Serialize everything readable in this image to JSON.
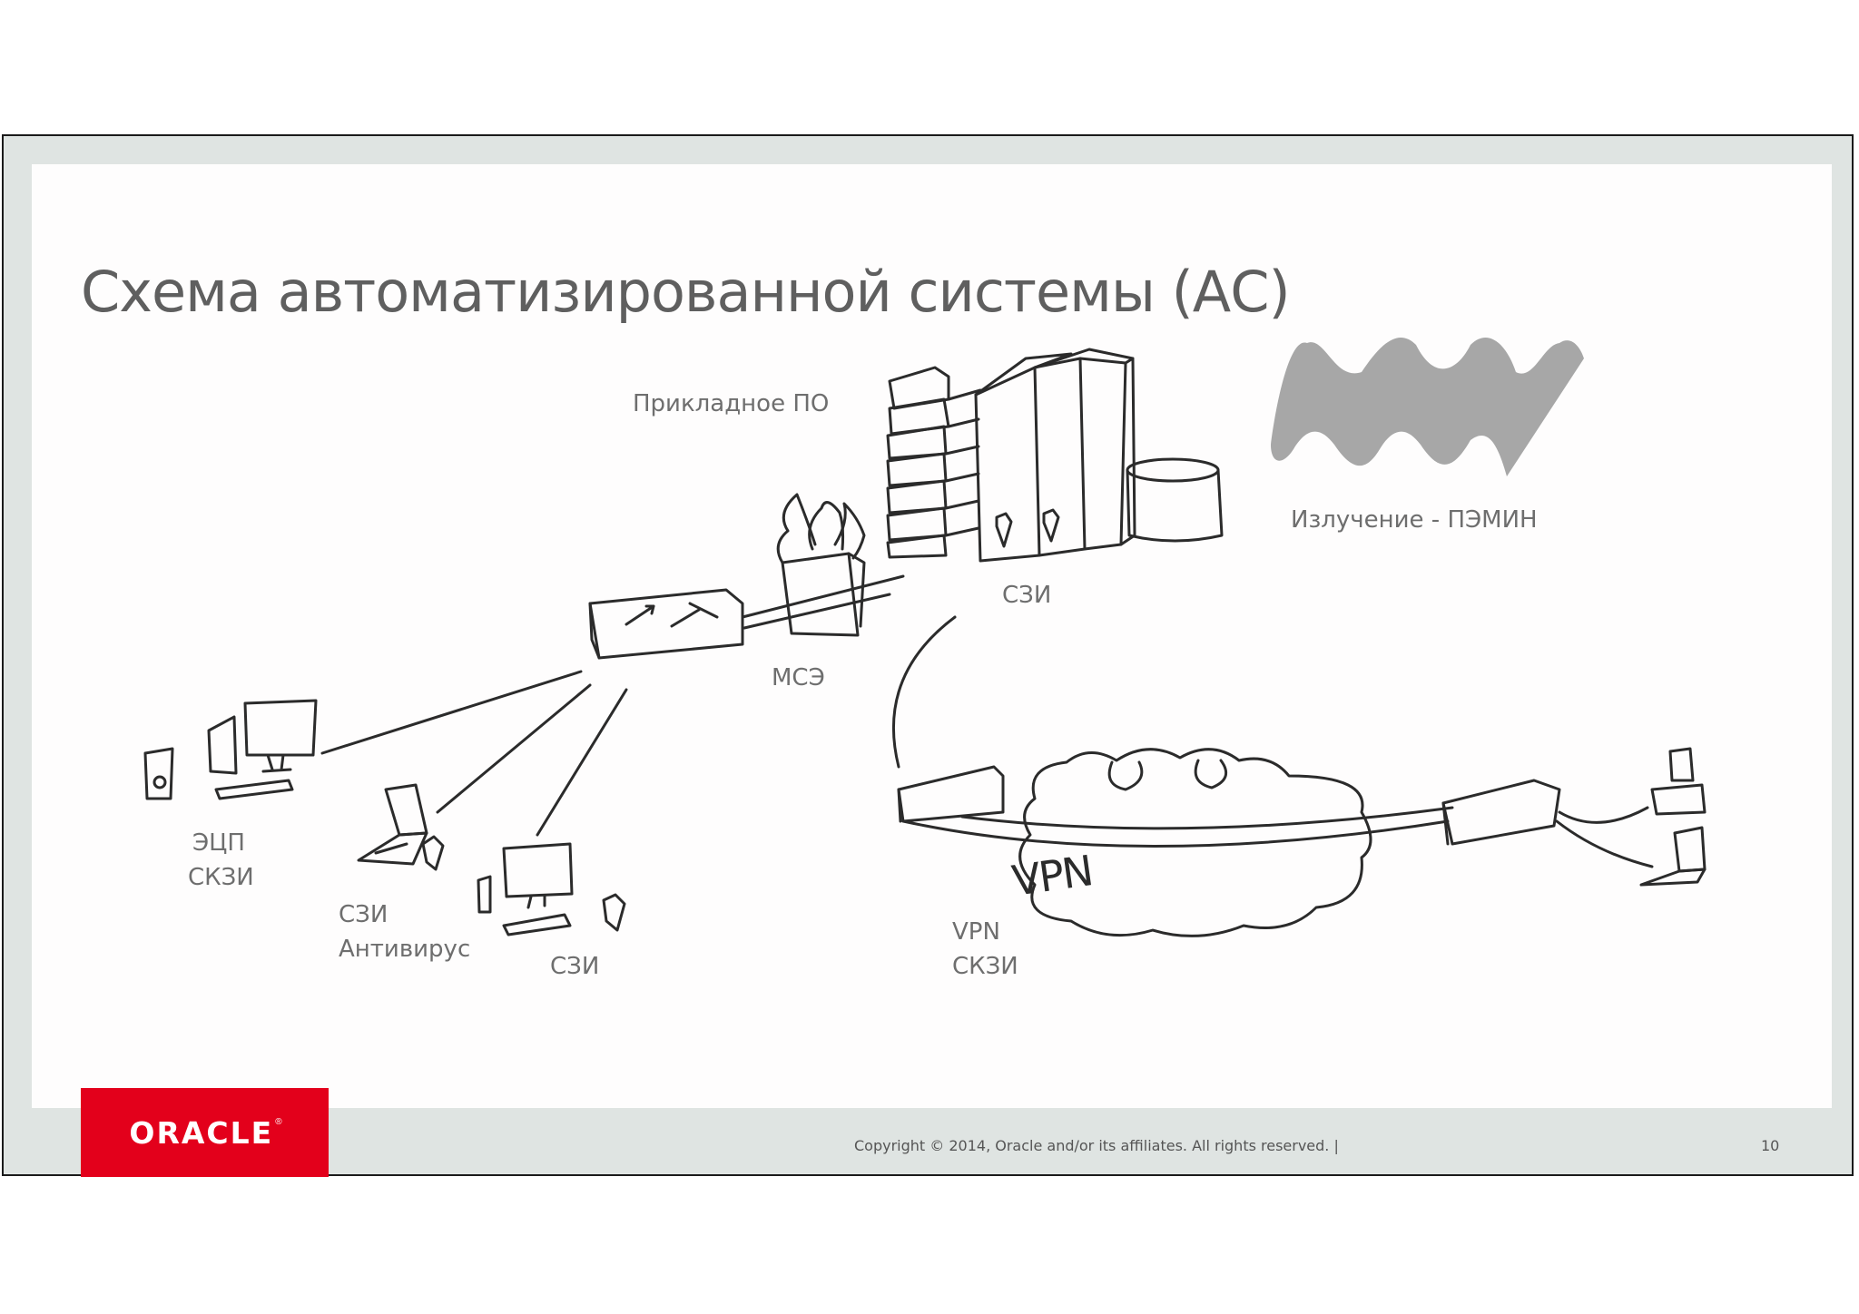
{
  "slide": {
    "title": "Схема автоматизированной системы (АС)",
    "page_number": "10"
  },
  "labels": {
    "app_software": "Прикладное ПО",
    "emission": "Излучение - ПЭМИН",
    "szi_server": "СЗИ",
    "firewall": "МСЭ",
    "ecp": "ЭЦП",
    "skzi_left": "СКЗИ",
    "szi_laptop": "СЗИ",
    "antivirus": "Антивирус",
    "szi_desktop": "СЗИ",
    "vpn": "VPN",
    "skzi_vpn": "СКЗИ",
    "vpn_handwritten": "VPN"
  },
  "footer": {
    "logo_text": "ORACLE",
    "logo_reg": "®",
    "copyright": "Copyright © 2014, Oracle and/or its affiliates. All rights reserved.  |"
  },
  "colors": {
    "logo_red": "#e3001b",
    "frame_gray": "#dfe4e2",
    "wave_gray": "#a7a7a7",
    "text_gray": "#6e6e6e"
  }
}
